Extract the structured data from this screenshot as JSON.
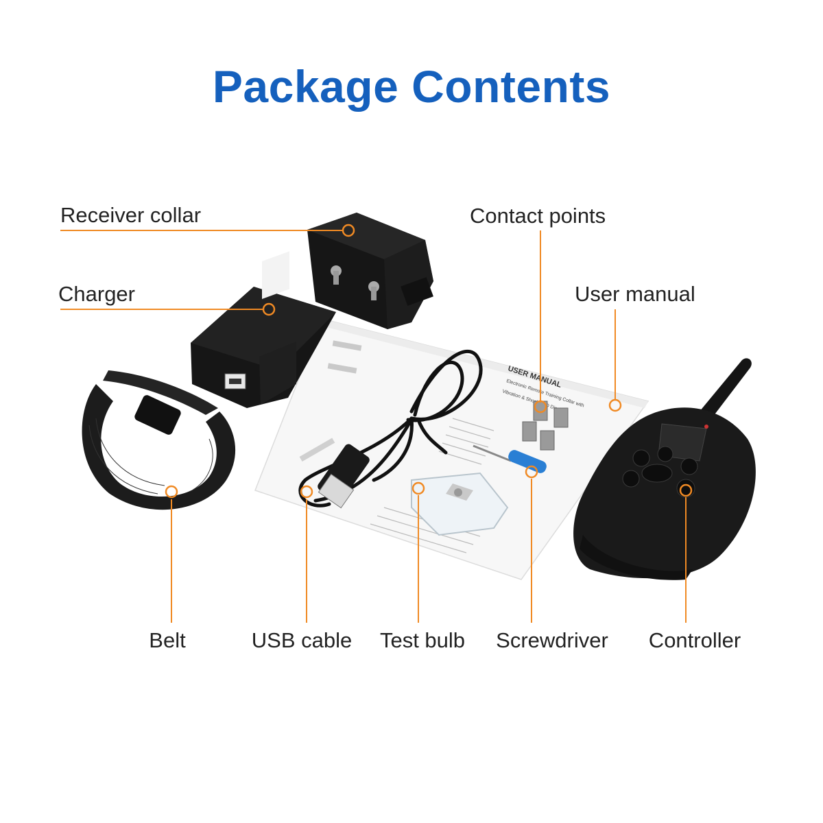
{
  "title": "Package Contents",
  "accent_color": "#f08a24",
  "title_color": "#1560bd",
  "labels": {
    "receiver_collar": "Receiver collar",
    "charger": "Charger",
    "contact_points": "Contact points",
    "user_manual": "User manual",
    "belt": "Belt",
    "usb_cable": "USB cable",
    "test_bulb": "Test bulb",
    "screwdriver": "Screwdriver",
    "controller": "Controller"
  },
  "manual": {
    "heading": "USER MANUAL",
    "subtitle_1": "Electronic Remote Training Collar with",
    "subtitle_2": "Vibration & Shock LCD Display"
  }
}
